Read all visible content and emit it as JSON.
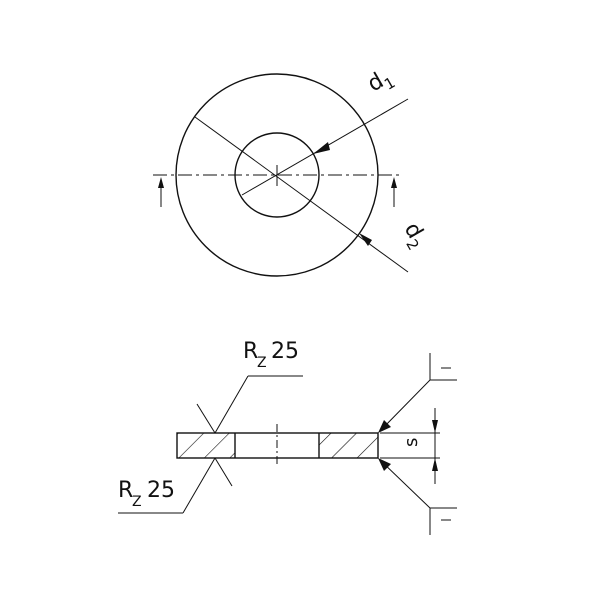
{
  "drawing": {
    "title": "Washer technical drawing",
    "top_view": {
      "labels": {
        "d1": "d",
        "d1_sub": "1",
        "d2": "d",
        "d2_sub": "2"
      }
    },
    "section_view": {
      "roughness_top": {
        "symbol": "R",
        "sub": "Z",
        "value": "25"
      },
      "roughness_bottom": {
        "symbol": "R",
        "sub": "Z",
        "value": "25"
      },
      "thickness_label": "s"
    },
    "colors": {
      "line": "#111111",
      "background": "#ffffff"
    }
  }
}
